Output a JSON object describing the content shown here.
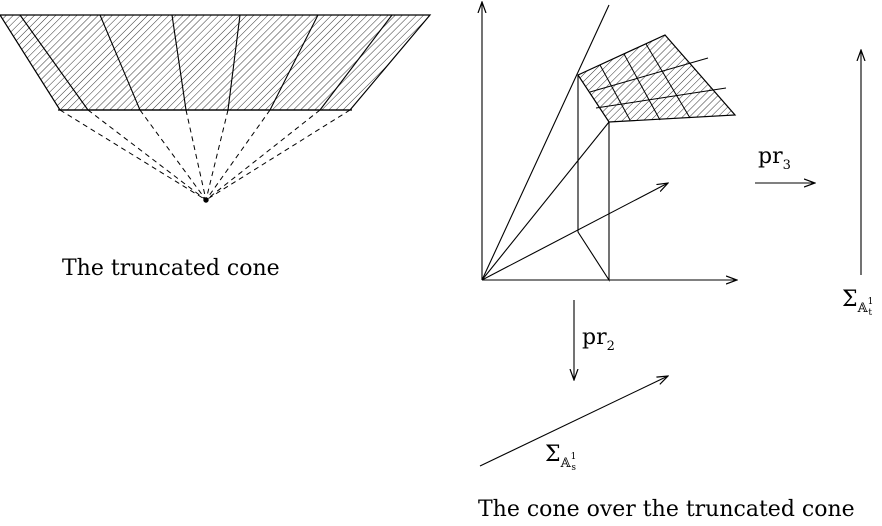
{
  "captions": {
    "left": "The truncated cone",
    "right": "The cone over the truncated cone"
  },
  "labels": {
    "pr3": {
      "base": "pr",
      "sub": "3"
    },
    "pr2": {
      "base": "pr",
      "sub": "2"
    },
    "sigma_t": {
      "base": "Σ",
      "sub": "𝔸",
      "sup": "1",
      "subsub": "t"
    },
    "sigma_s": {
      "base": "Σ",
      "sub": "𝔸",
      "sup": "1",
      "subsub": "s"
    }
  },
  "colors": {
    "ink": "#000000",
    "paper": "#ffffff"
  }
}
